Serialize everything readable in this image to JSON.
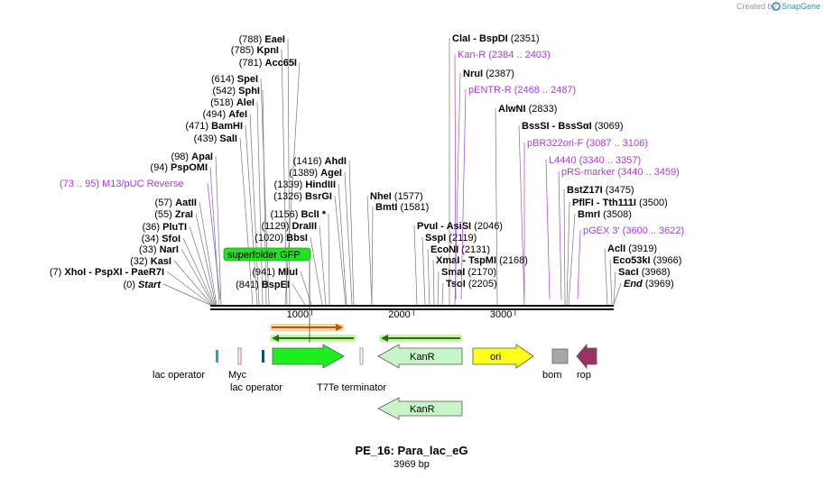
{
  "credit": {
    "created_by": "Created by",
    "brand": "SnapGene"
  },
  "map": {
    "name": "PE_16: Para_lac_eG",
    "length_label": "3969 bp",
    "length": 3969,
    "ticks": [
      {
        "value": 1000,
        "label": "1000"
      },
      {
        "value": 2000,
        "label": "2000"
      },
      {
        "value": 3000,
        "label": "3000"
      }
    ]
  },
  "sites": [
    {
      "pos": "(788)",
      "name": "EaeI"
    },
    {
      "pos": "(785)",
      "name": "KpnI"
    },
    {
      "pos": "(781)",
      "name": "Acc65I"
    },
    {
      "pos": "(614)",
      "name": "SpeI"
    },
    {
      "pos": "(542)",
      "name": "SphI"
    },
    {
      "pos": "(518)",
      "name": "AleI"
    },
    {
      "pos": "(494)",
      "name": "AfeI"
    },
    {
      "pos": "(471)",
      "name": "BamHI"
    },
    {
      "pos": "(439)",
      "name": "SalI"
    },
    {
      "pos": "(98)",
      "name": "ApaI"
    },
    {
      "pos": "(94)",
      "name": "PspOMI"
    },
    {
      "pos": "(57)",
      "name": "AatII"
    },
    {
      "pos": "(55)",
      "name": "ZraI"
    },
    {
      "pos": "(36)",
      "name": "PluTI"
    },
    {
      "pos": "(34)",
      "name": "SfoI"
    },
    {
      "pos": "(33)",
      "name": "NarI"
    },
    {
      "pos": "(32)",
      "name": "KasI"
    },
    {
      "pos": "(7)",
      "name": "XhoI   - PspXI   - PaeR7I"
    },
    {
      "pos": "(0)",
      "name": "Start"
    },
    {
      "pos": "(1416)",
      "name": "AhdI"
    },
    {
      "pos": "(1389)",
      "name": "AgeI"
    },
    {
      "pos": "(1339)",
      "name": "HindIII"
    },
    {
      "pos": "(1326)",
      "name": "BsrGI"
    },
    {
      "pos": "(1156)",
      "name": "BclI *"
    },
    {
      "pos": "(1129)",
      "name": "DraIII"
    },
    {
      "pos": "(1020)",
      "name": "BbsI"
    },
    {
      "pos": "(941)",
      "name": "MluI"
    },
    {
      "pos": "(841)",
      "name": "BspEI"
    },
    {
      "pos": "(1577)",
      "name": "NheI"
    },
    {
      "pos": "(1581)",
      "name": "BmtI"
    },
    {
      "pos": "(2351)",
      "name": "ClaI   - BspDI"
    },
    {
      "pos": "(2387)",
      "name": "NruI"
    },
    {
      "pos": "(2833)",
      "name": "AlwNI"
    },
    {
      "pos": "(3069)",
      "name": "BssSI   - BssSαI"
    },
    {
      "pos": "(2046)",
      "name": "PvuI   - AsiSI"
    },
    {
      "pos": "(2119)",
      "name": "SspI"
    },
    {
      "pos": "(2131)",
      "name": "EcoNI"
    },
    {
      "pos": "(2168)",
      "name": "XmaI   - TspMI"
    },
    {
      "pos": "(2170)",
      "name": "SmaI"
    },
    {
      "pos": "(2205)",
      "name": "TsoI"
    },
    {
      "pos": "(3475)",
      "name": "BstZ17I"
    },
    {
      "pos": "(3500)",
      "name": "PflFI   - Tth111I"
    },
    {
      "pos": "(3508)",
      "name": "BmrI"
    },
    {
      "pos": "(3919)",
      "name": "AclI"
    },
    {
      "pos": "(3966)",
      "name": "Eco53kI"
    },
    {
      "pos": "(3968)",
      "name": "SacI"
    },
    {
      "pos": "(3969)",
      "name": "End"
    }
  ],
  "primers": [
    {
      "label": "(73 .. 95)  M13/pUC Reverse"
    },
    {
      "label": "Kan-R    (2384 .. 2403)"
    },
    {
      "label": "pENTR-R     (2468 .. 2487)"
    },
    {
      "label": "pBR322ori-F    (3087 .. 3106)"
    },
    {
      "label": "L4440    (3340 .. 3357)"
    },
    {
      "label": "pRS-marker    (3440 .. 3459)"
    },
    {
      "label": "pGEX 3'     (3600 .. 3622)"
    }
  ],
  "features": {
    "sfgfp_tag": "superfolder GFP",
    "labels": [
      "lac operator",
      "Myc",
      "lac operator",
      "T7Te terminator",
      "KanR",
      "ori",
      "bom",
      "rop",
      "KanR"
    ]
  },
  "colors": {
    "gfp": "#1ef01e",
    "kanr": "#c7f5c7",
    "ori": "#ffff1a",
    "bom": "#a4a8ad",
    "rop": "#993366",
    "lacop": "#2aa6b5",
    "primer": "#a53fd6",
    "orf_orange": "#f0a04a"
  }
}
